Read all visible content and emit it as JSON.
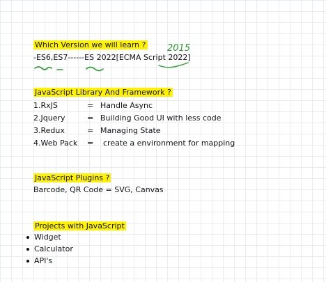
{
  "section1": {
    "heading": "Which Version we will learn ?",
    "line": "-ES6,ES7------ES 2022[ECMA Script 2022]",
    "handwritten_note": "2015",
    "colors": {
      "highlight": "#fff200",
      "ink": "#2e9e2e"
    }
  },
  "section2": {
    "heading": "JavaScript Library And Framework ?",
    "rows": [
      {
        "name": "1.RxJS",
        "eq": "=",
        "desc": "Handle Async"
      },
      {
        "name": "2.Jquery",
        "eq": "=",
        "desc": "Building Good UI with less code"
      },
      {
        "name": "3.Redux",
        "eq": "=",
        "desc": "Managing State"
      },
      {
        "name": "4.Web Pack",
        "eq": "=",
        "desc": "create a environment for mapping"
      }
    ]
  },
  "section3": {
    "heading": "JavaScript Plugins ?",
    "line": "Barcode, QR Code = SVG, Canvas"
  },
  "section4": {
    "heading": "Projects with JavaScript",
    "items": [
      "Widget",
      "Calculator",
      "API's"
    ]
  }
}
